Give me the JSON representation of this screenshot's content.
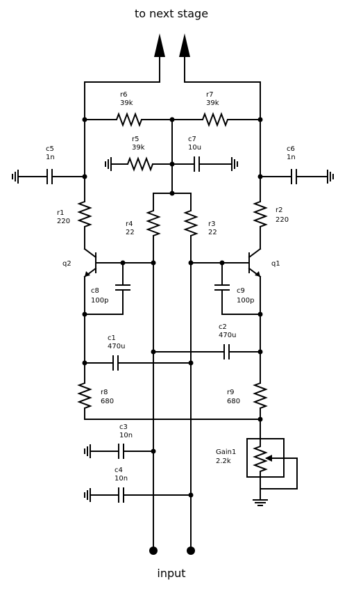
{
  "header_label": "to next stage",
  "footer_label": "input",
  "components": {
    "r1": {
      "name": "r1",
      "value": "220"
    },
    "r2": {
      "name": "r2",
      "value": "220"
    },
    "r3": {
      "name": "r3",
      "value": "22"
    },
    "r4": {
      "name": "r4",
      "value": "22"
    },
    "r5": {
      "name": "r5",
      "value": "39k"
    },
    "r6": {
      "name": "r6",
      "value": "39k"
    },
    "r7": {
      "name": "r7",
      "value": "39k"
    },
    "r8": {
      "name": "r8",
      "value": "680"
    },
    "r9": {
      "name": "r9",
      "value": "680"
    },
    "c1": {
      "name": "c1",
      "value": "470u"
    },
    "c2": {
      "name": "c2",
      "value": "470u"
    },
    "c3": {
      "name": "c3",
      "value": "10n"
    },
    "c4": {
      "name": "c4",
      "value": "10n"
    },
    "c5": {
      "name": "c5",
      "value": "1n"
    },
    "c6": {
      "name": "c6",
      "value": "1n"
    },
    "c7": {
      "name": "c7",
      "value": "10u"
    },
    "c8": {
      "name": "c8",
      "value": "100p"
    },
    "c9": {
      "name": "c9",
      "value": "100p"
    },
    "q1": {
      "name": "q1"
    },
    "q2": {
      "name": "q2"
    },
    "gain1": {
      "name": "Gain1",
      "value": "2.2k"
    }
  }
}
